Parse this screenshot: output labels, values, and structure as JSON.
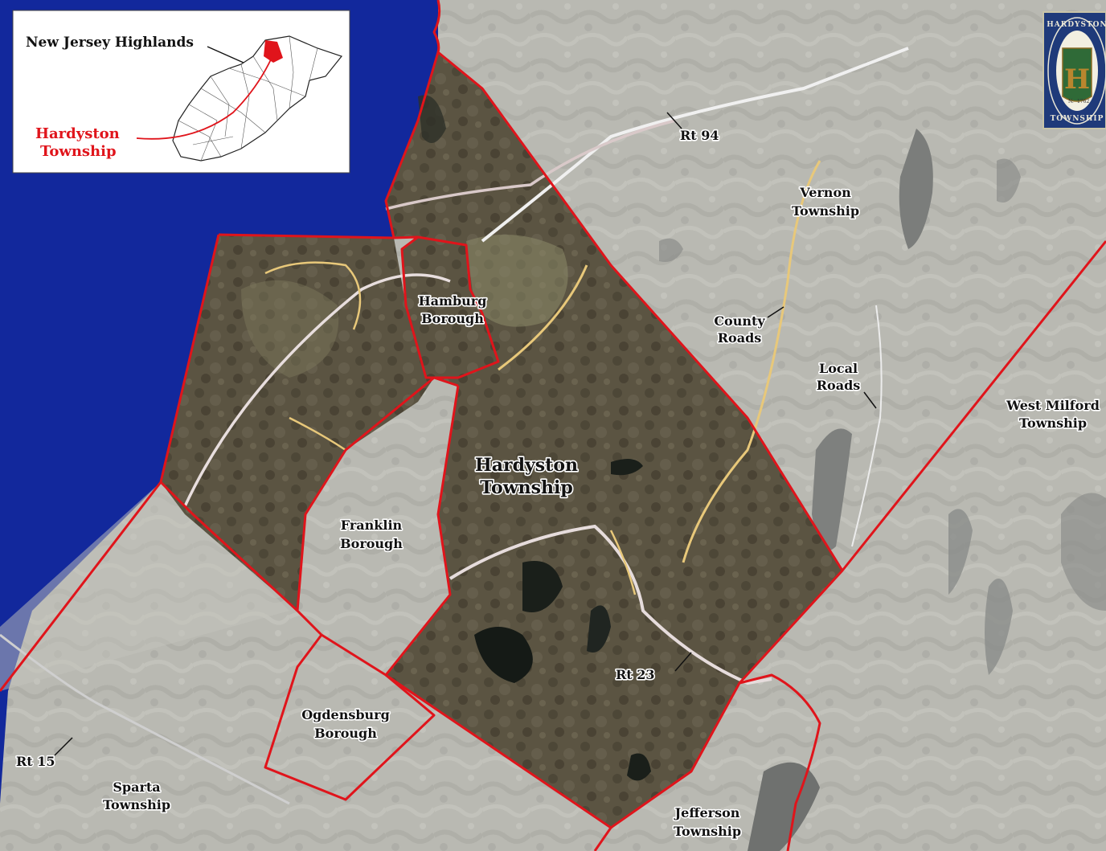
{
  "map": {
    "labels": {
      "hardyston_main": [
        "Hardyston",
        "Township"
      ],
      "hamburg": [
        "Hamburg",
        "Borough"
      ],
      "franklin": [
        "Franklin",
        "Borough"
      ],
      "ogdensburg": [
        "Ogdensburg",
        "Borough"
      ],
      "vernon": [
        "Vernon",
        "Township"
      ],
      "west_milford": [
        "West Milford",
        "Township"
      ],
      "sparta": [
        "Sparta",
        "Township"
      ],
      "jefferson": [
        "Jefferson",
        "Township"
      ],
      "county_roads": [
        "County",
        "Roads"
      ],
      "local_roads": [
        "Local",
        "Roads"
      ],
      "rt94": "Rt 94",
      "rt23": "Rt 23",
      "rt15": "Rt 15"
    },
    "inset": {
      "title": "New Jersey Highlands",
      "highlight": [
        "Hardyston",
        "Township"
      ]
    },
    "seal": {
      "top_text": "HARDYSTON",
      "bottom_text": "TOWNSHIP",
      "year_left": "N.",
      "year": "1762",
      "letter": "H"
    },
    "colors": {
      "frame": "#12289c",
      "boundary": "#e0141b",
      "aerial_base": "#b7b7b0",
      "township_fill": "#5a5240",
      "county_road": "#e8c87a",
      "local_road": "#e9e9e9"
    }
  }
}
